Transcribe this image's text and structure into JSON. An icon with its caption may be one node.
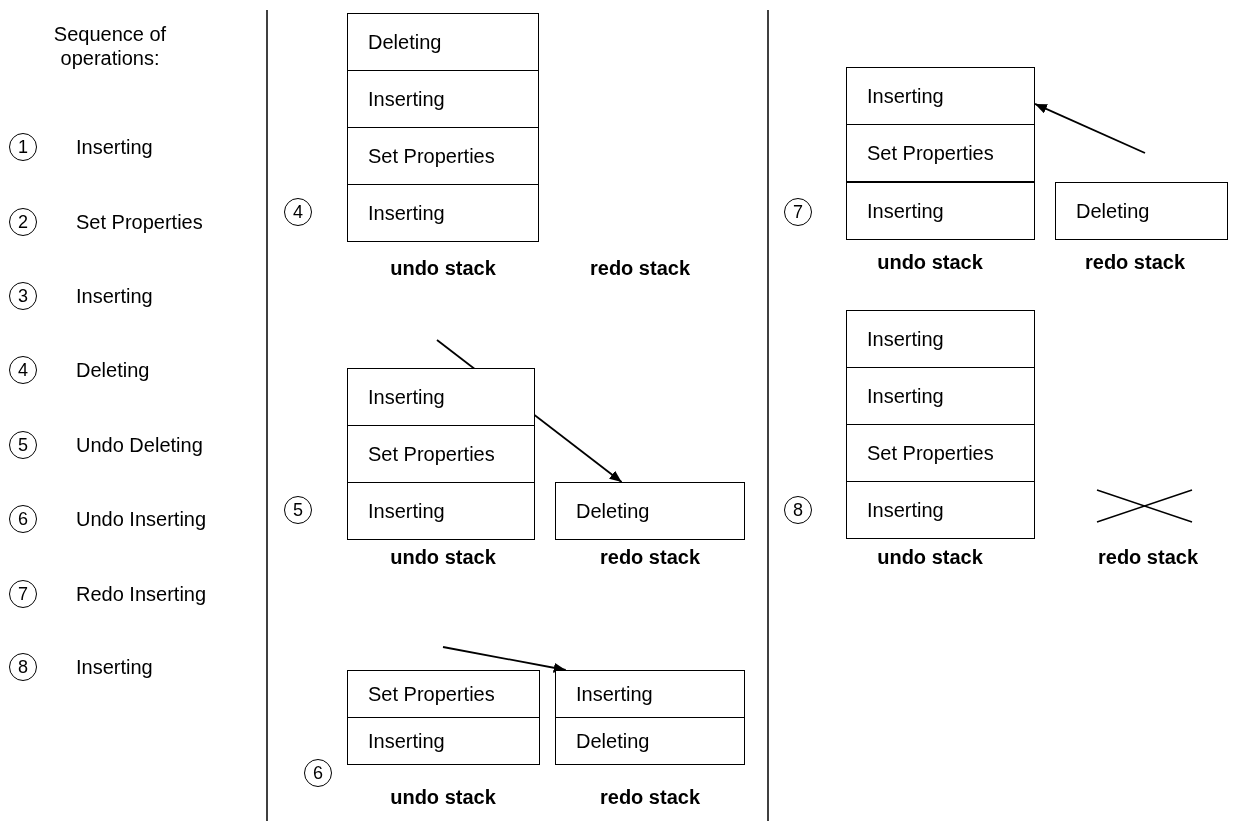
{
  "diagram": {
    "nodes": [
      {
        "text": [
          "1"
        ],
        "beside": [
          "Inserting"
        ]
      },
      {
        "text": [
          "2"
        ],
        "beside": [
          "Set Properties"
        ]
      },
      {
        "text": [
          "3"
        ],
        "beside": [
          "Inserting"
        ]
      },
      {
        "text": [
          "4"
        ],
        "beside": [
          "Deleting"
        ]
      },
      {
        "text": [
          "5"
        ],
        "beside": [
          "Undo Deleting"
        ]
      },
      {
        "text": [
          "6"
        ],
        "beside": [
          "Undo Inserting"
        ]
      },
      {
        "text": [
          "7"
        ],
        "beside": [
          "Redo Inserting"
        ]
      },
      {
        "text": [
          "8"
        ],
        "beside": [
          "Inserting"
        ]
      },
      {
        "text": [
          "4"
        ]
      },
      {
        "text": [
          "Deleting"
        ]
      },
      {
        "text": [
          "Inserting"
        ]
      },
      {
        "text": [
          "Set Properties"
        ]
      },
      {
        "text": [
          "Inserting"
        ]
      },
      {
        "text": [
          "5"
        ]
      },
      {
        "text": [
          "Inserting"
        ]
      },
      {
        "text": [
          "Set Properties"
        ]
      },
      {
        "text": [
          "Inserting"
        ]
      },
      {
        "text": [
          "Deleting"
        ]
      },
      {
        "text": [
          "6"
        ]
      },
      {
        "text": [
          "Set Properties"
        ]
      },
      {
        "text": [
          "Inserting"
        ]
      },
      {
        "text": [
          "Inserting"
        ]
      },
      {
        "text": [
          "Deleting"
        ]
      },
      {
        "text": [
          "7"
        ]
      },
      {
        "text": [
          "Inserting"
        ]
      },
      {
        "text": [
          "Set Properties"
        ]
      },
      {
        "text": [
          "Inserting"
        ]
      },
      {
        "text": [
          "Deleting"
        ]
      },
      {
        "text": [
          "8"
        ]
      },
      {
        "text": [
          "Inserting"
        ]
      },
      {
        "text": [
          "Inserting"
        ]
      },
      {
        "text": [
          "Set Properties"
        ]
      },
      {
        "text": [
          "Inserting"
        ]
      }
    ],
    "edges": [
      {
        "from": null,
        "to": 17,
        "arrow": "to"
      },
      {
        "from": null,
        "to": 21,
        "arrow": "to"
      },
      {
        "from": null,
        "to": 24,
        "arrow": "to"
      }
    ],
    "labels": [
      "Sequence of operations:",
      "undo stack",
      "redo stack",
      "undo stack",
      "redo stack",
      "undo stack",
      "redo stack",
      "undo stack",
      "redo stack",
      "undo stack",
      "redo stack"
    ]
  }
}
